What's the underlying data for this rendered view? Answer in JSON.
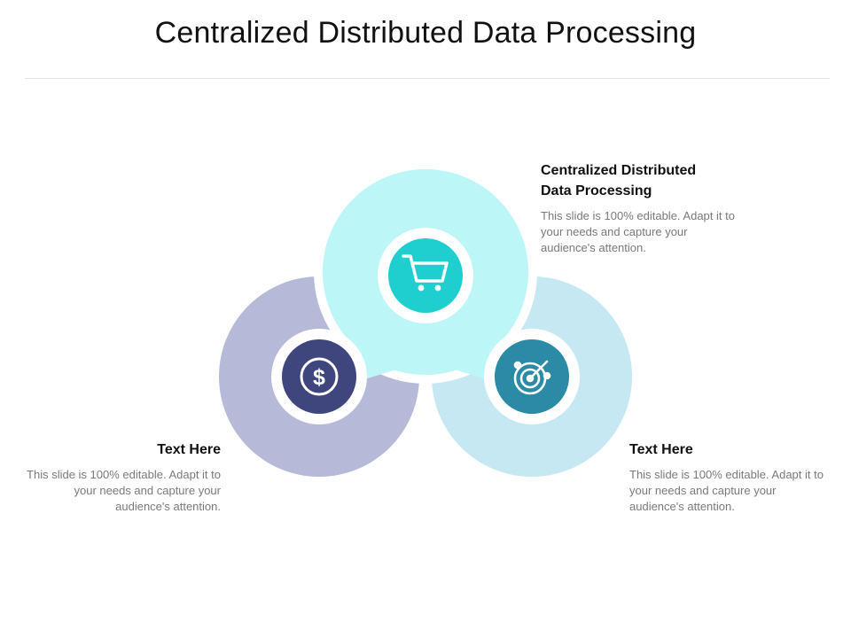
{
  "title": "Centralized Distributed Data Processing",
  "colors": {
    "top_ring": "#bdf6f6",
    "top_icon": "#1fcfcf",
    "left_ring": "#b7b9d8",
    "left_icon": "#3f467d",
    "right_ring": "#c6e8f2",
    "right_icon": "#2b8ba6"
  },
  "blocks": {
    "top": {
      "heading_line1": "Centralized Distributed",
      "heading_line2": "Data Processing",
      "body": "This slide is 100% editable. Adapt it to your needs and capture your audience's attention."
    },
    "left": {
      "heading": "Text Here",
      "body": "This slide is 100% editable. Adapt it to your needs and capture your audience's attention."
    },
    "right": {
      "heading": "Text Here",
      "body": "This slide is 100% editable. Adapt it to your needs and capture your audience's attention."
    }
  },
  "icons": {
    "top": "shopping-cart-icon",
    "left": "dollar-icon",
    "right": "target-icon"
  }
}
